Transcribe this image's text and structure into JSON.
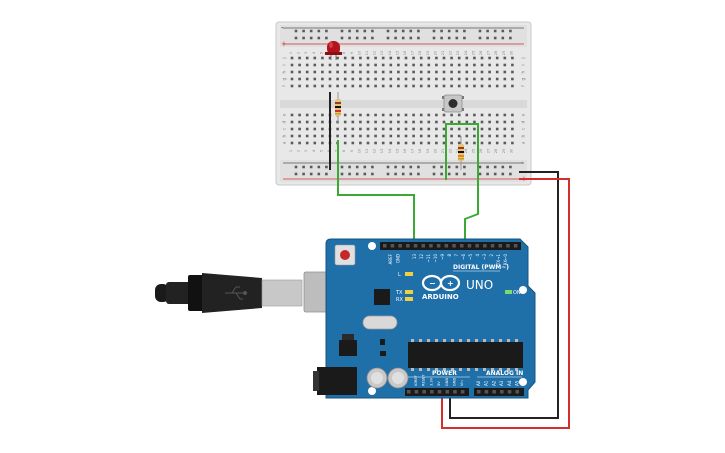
{
  "breadboard": {
    "columns": 30,
    "top_row_letters": [
      "j",
      "i",
      "h",
      "g",
      "f"
    ],
    "bottom_row_letters": [
      "e",
      "d",
      "c",
      "b",
      "a"
    ],
    "rail_plus": "+",
    "rail_minus": "-"
  },
  "arduino": {
    "logo_text": "ARDUINO",
    "model_text": "UNO",
    "digital_label": "DIGITAL (PWM~)",
    "power_label": "POWER",
    "analog_label": "ANALOG IN",
    "on_label": "ON",
    "led_labels": [
      "L",
      "TX",
      "RX"
    ],
    "top_pin_labels": [
      "AREF",
      "GND",
      "13",
      "12",
      "~11",
      "~10",
      "~9",
      "8",
      "7",
      "~6",
      "~5",
      "4",
      "~3",
      "2",
      "TX→1",
      "RX←0"
    ],
    "power_pin_labels": [
      "IOREF",
      "RESET",
      "3.3V",
      "5V",
      "GND",
      "GND",
      "Vin"
    ],
    "analog_pin_labels": [
      "A0",
      "A1",
      "A2",
      "A3",
      "A4",
      "A5"
    ]
  },
  "colors": {
    "board_blue": "#1f6fa8",
    "breadboard": "#e7e7e7",
    "wire_green": "#3aaa35",
    "wire_red": "#d32f2f",
    "wire_black": "#222222",
    "led_red": "#b3141b"
  }
}
